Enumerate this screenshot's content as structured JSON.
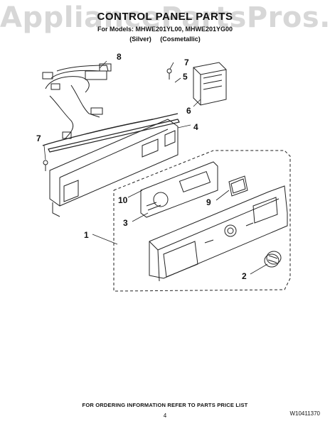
{
  "watermark": "AppliancePartsPros.com",
  "title": "CONTROL PANEL PARTS",
  "models_line": "For Models: MHWE201YL00, MHWE201YG00",
  "variants": "(Silver) (Cosmetallic)",
  "callouts": [
    "1",
    "2",
    "3",
    "4",
    "5",
    "6",
    "7",
    "7",
    "8",
    "9",
    "10"
  ],
  "footer": {
    "ordering_note": "FOR ORDERING INFORMATION REFER TO PARTS PRICE LIST",
    "page_number": "4",
    "document_number": "W10411370"
  }
}
